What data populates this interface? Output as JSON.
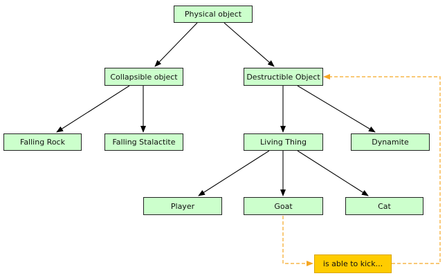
{
  "nodes": {
    "physical": "Physical object",
    "collapsible": "Collapsible object",
    "destructible": "Destructible Object",
    "falling_rock": "Falling Rock",
    "falling_stalactite": "Falling Stalactite",
    "living": "Living Thing",
    "dynamite": "Dynamite",
    "player": "Player",
    "goat": "Goat",
    "cat": "Cat",
    "kick": "is able to kick..."
  },
  "colors": {
    "node_fill": "#ccffcc",
    "note_fill": "#ffcc00",
    "arrow": "#000000",
    "dashed_arrow": "#f5a623"
  }
}
